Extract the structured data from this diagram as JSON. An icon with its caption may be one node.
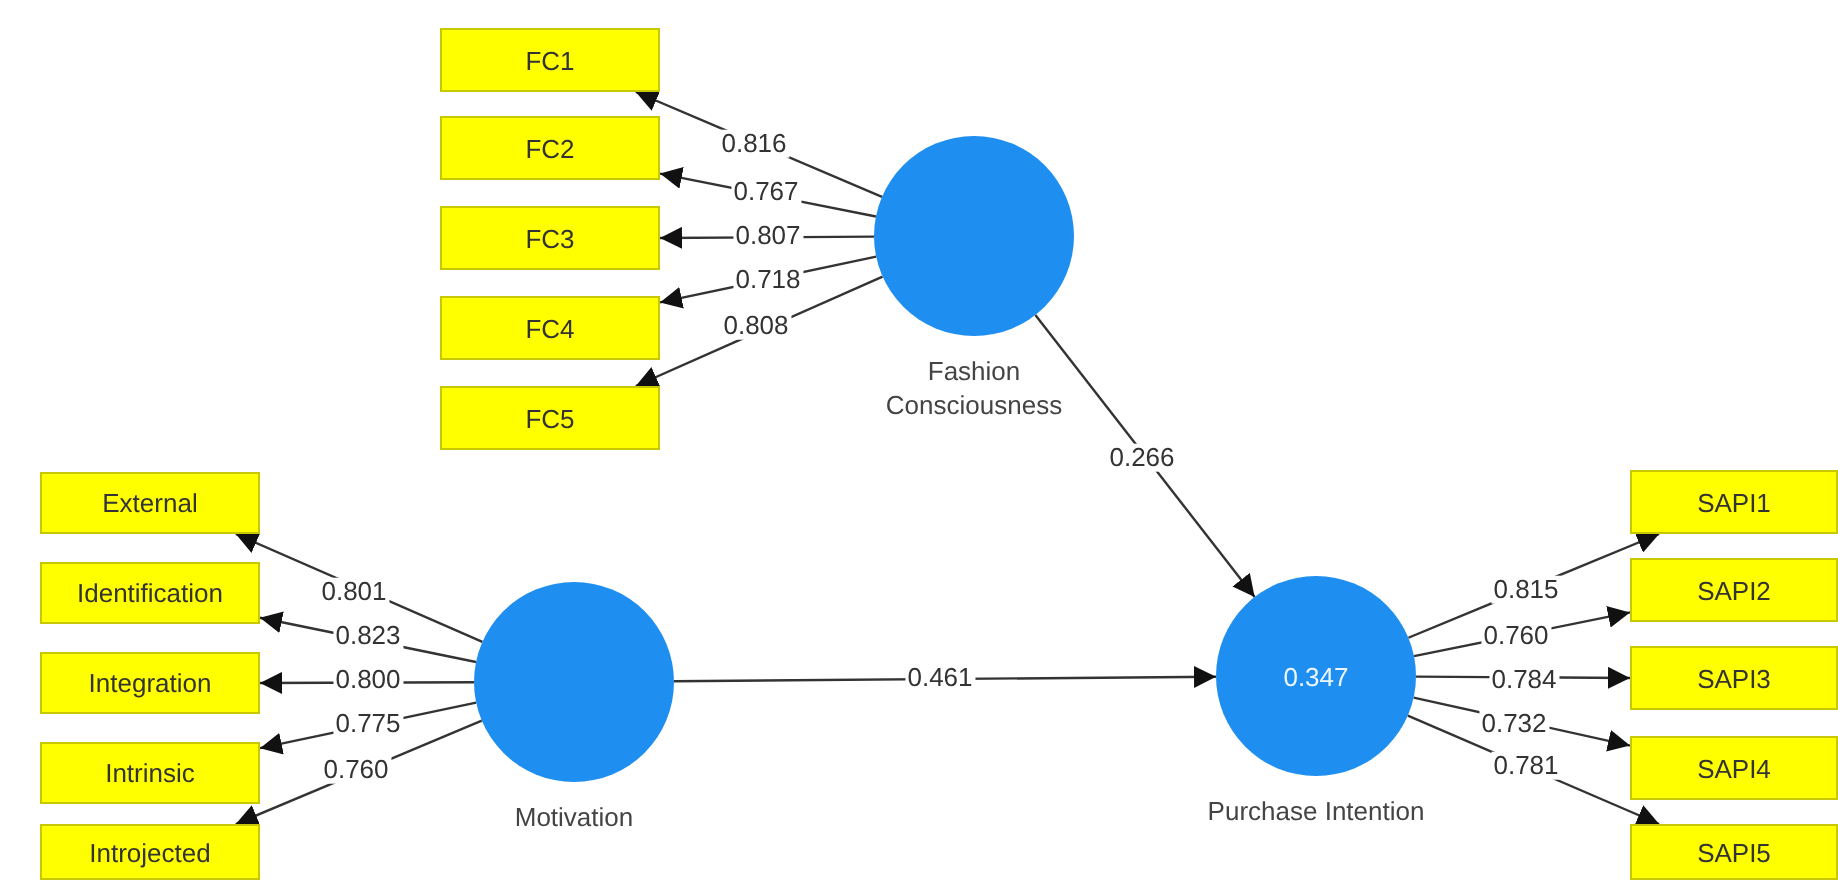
{
  "diagram": {
    "nodes": [
      {
        "text": [
          "FC1"
        ]
      },
      {
        "text": [
          "FC2"
        ]
      },
      {
        "text": [
          "FC3"
        ]
      },
      {
        "text": [
          "FC4"
        ]
      },
      {
        "text": [
          "FC5"
        ]
      },
      {
        "text": [
          "Fashion Consciousness"
        ]
      },
      {
        "text": [
          "External"
        ]
      },
      {
        "text": [
          "Identification"
        ]
      },
      {
        "text": [
          "Integration"
        ]
      },
      {
        "text": [
          "Intrinsic"
        ]
      },
      {
        "text": [
          "Introjected"
        ]
      },
      {
        "text": [
          "Motivation"
        ]
      },
      {
        "text": [
          "0.347",
          "Purchase Intention"
        ]
      },
      {
        "text": [
          "SAPI1"
        ]
      },
      {
        "text": [
          "SAPI2"
        ]
      },
      {
        "text": [
          "SAPI3"
        ]
      },
      {
        "text": [
          "SAPI4"
        ]
      },
      {
        "text": [
          "SAPI5"
        ]
      }
    ],
    "edges": [
      {
        "from": 5,
        "to": 0,
        "arrow": "to",
        "label": "0.816"
      },
      {
        "from": 5,
        "to": 1,
        "arrow": "to",
        "label": "0.767"
      },
      {
        "from": 5,
        "to": 2,
        "arrow": "to",
        "label": "0.807"
      },
      {
        "from": 5,
        "to": 3,
        "arrow": "to",
        "label": "0.718"
      },
      {
        "from": 5,
        "to": 4,
        "arrow": "to",
        "label": "0.808"
      },
      {
        "from": 11,
        "to": 6,
        "arrow": "to",
        "label": "0.801"
      },
      {
        "from": 11,
        "to": 7,
        "arrow": "to",
        "label": "0.823"
      },
      {
        "from": 11,
        "to": 8,
        "arrow": "to",
        "label": "0.800"
      },
      {
        "from": 11,
        "to": 9,
        "arrow": "to",
        "label": "0.775"
      },
      {
        "from": 11,
        "to": 10,
        "arrow": "to",
        "label": "0.760"
      },
      {
        "from": 5,
        "to": 12,
        "arrow": "to",
        "label": "0.266"
      },
      {
        "from": 11,
        "to": 12,
        "arrow": "to",
        "label": "0.461"
      },
      {
        "from": 12,
        "to": 13,
        "arrow": "to",
        "label": "0.815"
      },
      {
        "from": 12,
        "to": 14,
        "arrow": "to",
        "label": "0.760"
      },
      {
        "from": 12,
        "to": 15,
        "arrow": "to",
        "label": "0.784"
      },
      {
        "from": 12,
        "to": 16,
        "arrow": "to",
        "label": "0.732"
      },
      {
        "from": 12,
        "to": 17,
        "arrow": "to",
        "label": "0.781"
      }
    ]
  }
}
